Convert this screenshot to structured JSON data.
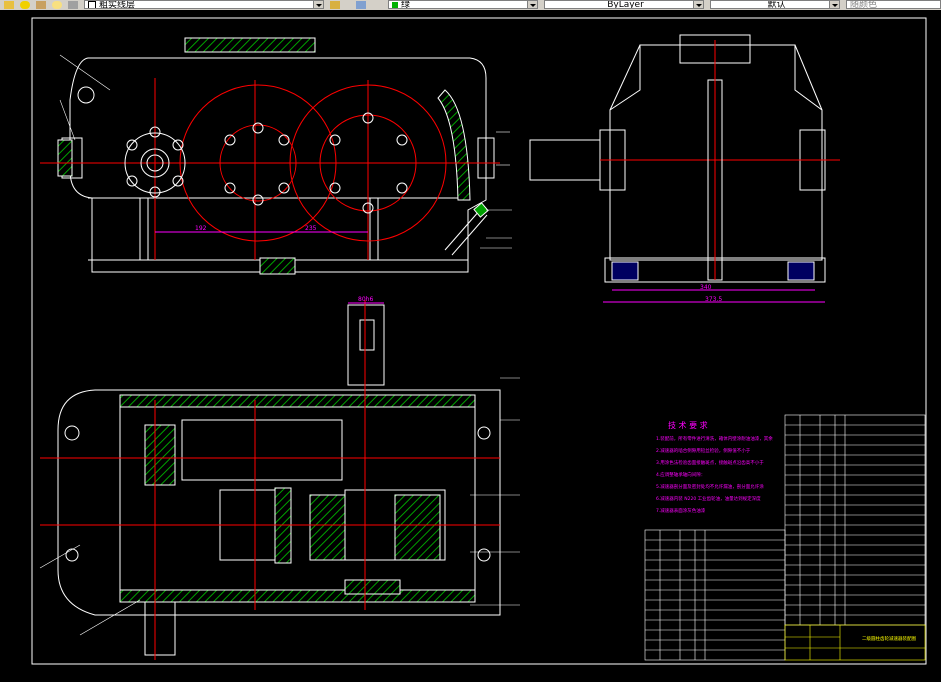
{
  "toolbar": {
    "layer_value": "粗实线层",
    "color_value": "绿",
    "linetype_value": "ByLayer",
    "lineweight_value": "默认",
    "plotstyle_value": "随颜色",
    "color_swatch": "#00b000"
  },
  "drawing": {
    "tech_title": "技 术 要 求",
    "tech_lines": [
      "1.装配前，所有零件进行清洗，箱体内壁涂耐油油漆，其余",
      "2.减速器的啮合侧隙用铅丝检验，侧隙值不小于",
      "3.用涂色法检验齿面接触斑点，接触斑点沿齿高不小于",
      "4.应调整轴承轴向间隙：",
      "5.减速器剖分面及密封处均不允许漏油，剖分面允许涂",
      "6.减速器内装 N220 工业齿轮油，油量达到规定深度",
      "7.减速器表面涂灰色油漆"
    ],
    "dim_labels": {
      "center1": "192",
      "center2": "235",
      "shaft": "80h6",
      "width_a": "340",
      "width_b": "373.5"
    },
    "title_block_name": "二级圆柱齿轮减速器装配图"
  }
}
